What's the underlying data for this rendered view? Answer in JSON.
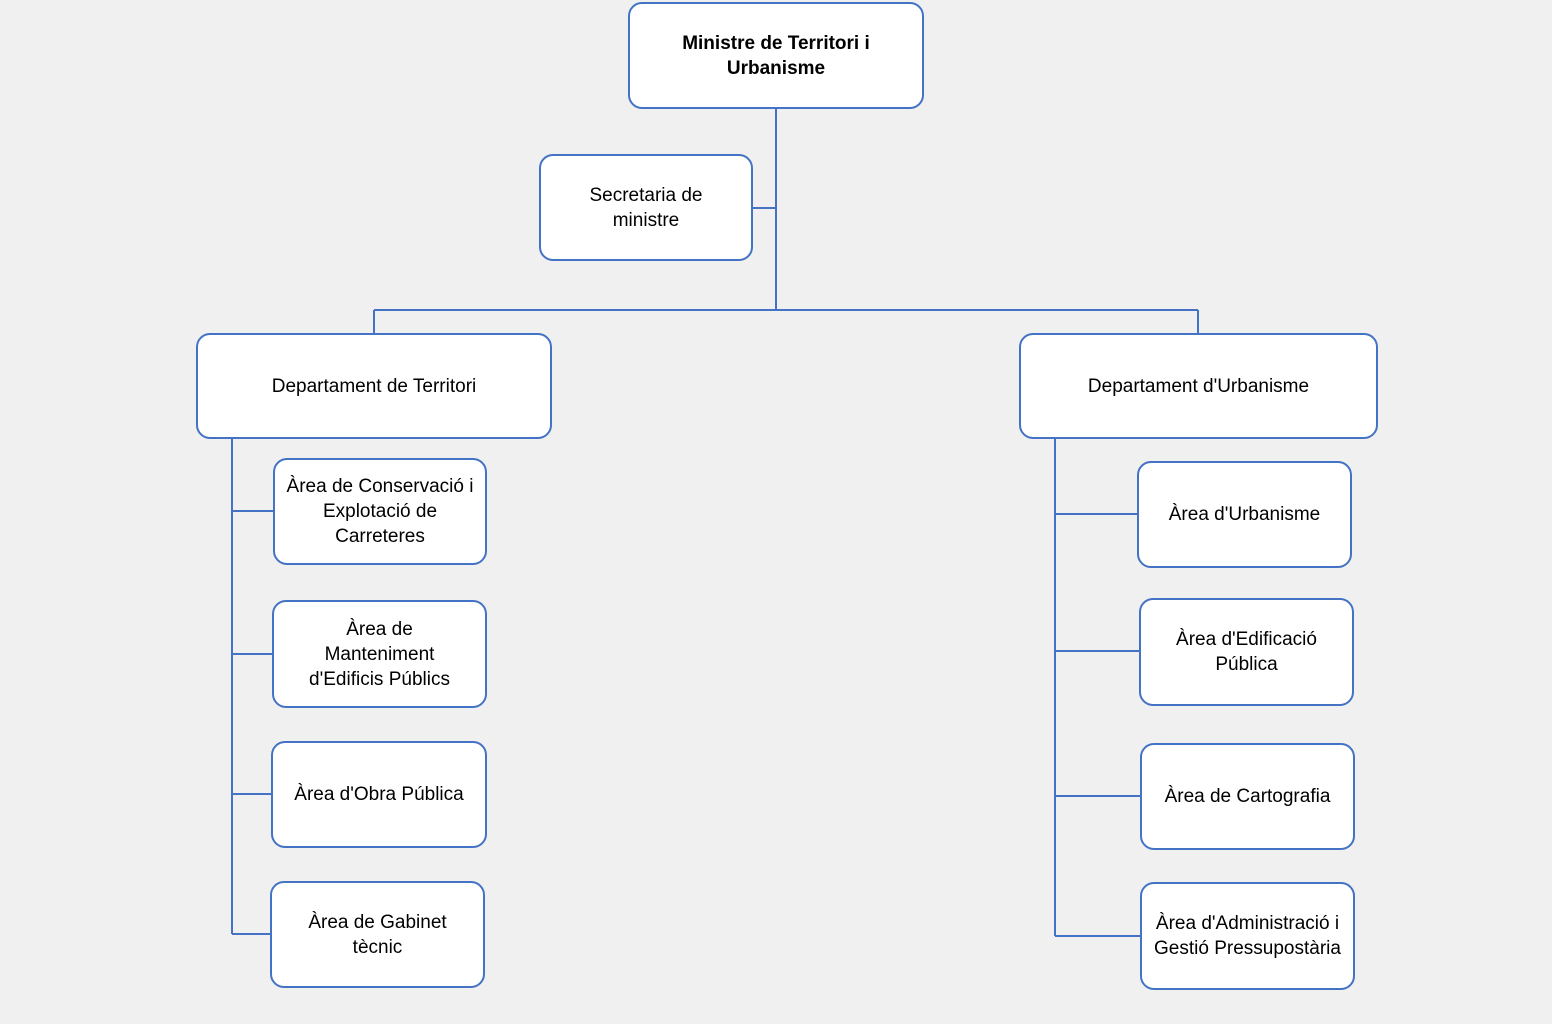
{
  "line_color": "#4472c4",
  "box_border_color": "#4472c4",
  "background_color": "#f0f0f0",
  "minister": {
    "label": "Ministre de Territori i Urbanisme"
  },
  "secretary": {
    "label": "Secretaria de ministre"
  },
  "departments": [
    {
      "label": "Departament de Territori",
      "areas": [
        "Àrea de Conservació i Explotació de Carreteres",
        "Àrea de Manteniment d'Edificis Públics",
        "Àrea d'Obra Pública",
        "Àrea de Gabinet tècnic"
      ]
    },
    {
      "label": "Departament d'Urbanisme",
      "areas": [
        "Àrea d'Urbanisme",
        "Àrea d'Edificació Pública",
        "Àrea de Cartografia",
        "Àrea d'Administració i Gestió Pressupostària"
      ]
    }
  ]
}
